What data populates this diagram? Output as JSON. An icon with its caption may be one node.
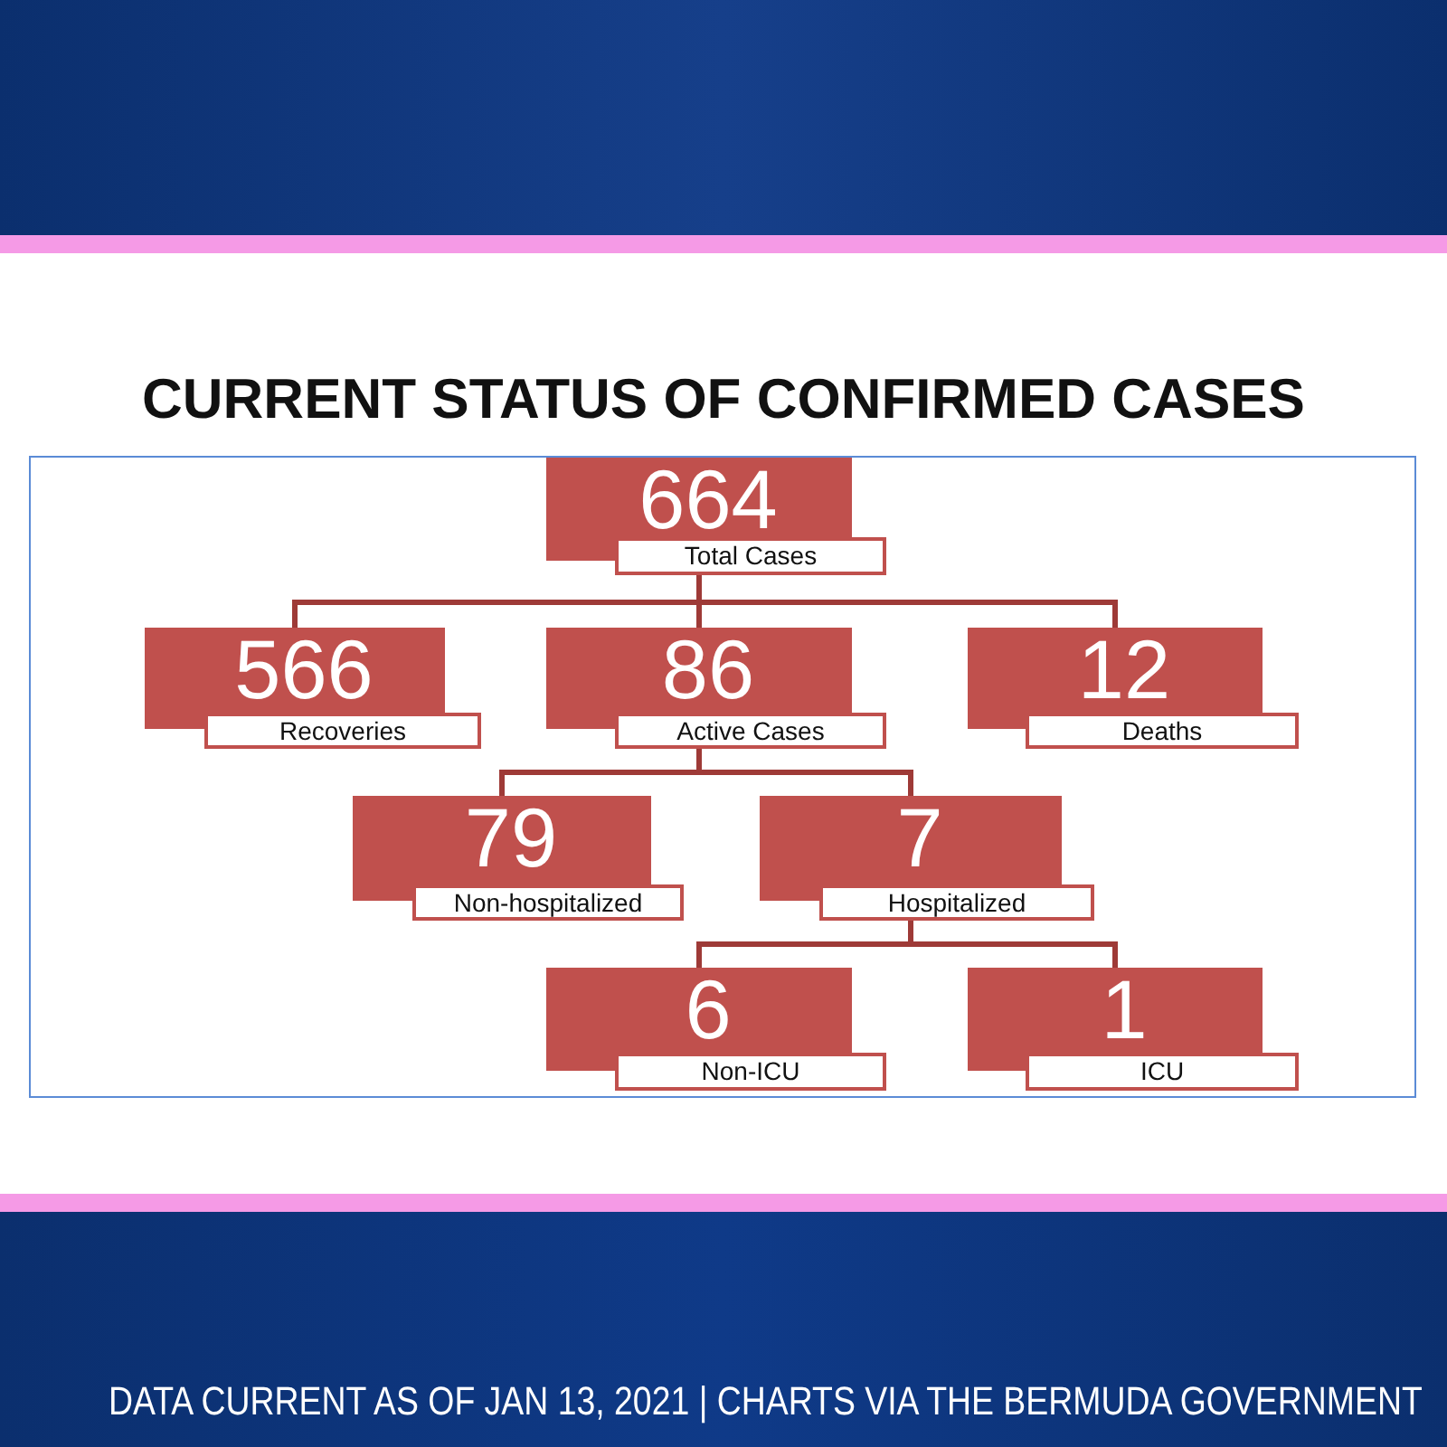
{
  "diagram": {
    "title": "CURRENT STATUS OF CONFIRMED CASES",
    "caption": "DATA CURRENT AS OF JAN 13, 2021 | CHARTS VIA THE BERMUDA GOVERNMENT",
    "nodes": [
      {
        "text": [
          "664",
          "Total Cases"
        ]
      },
      {
        "text": [
          "566",
          "Recoveries"
        ]
      },
      {
        "text": [
          "86",
          "Active Cases"
        ]
      },
      {
        "text": [
          "12",
          "Deaths"
        ]
      },
      {
        "text": [
          "79",
          "Non-hospitalized"
        ]
      },
      {
        "text": [
          "7",
          "Hospitalized"
        ]
      },
      {
        "text": [
          "6",
          "Non-ICU"
        ]
      },
      {
        "text": [
          "1",
          "ICU"
        ]
      }
    ],
    "edges": [
      {
        "from": 0,
        "to": 1,
        "arrow": "none"
      },
      {
        "from": 0,
        "to": 2,
        "arrow": "none"
      },
      {
        "from": 0,
        "to": 3,
        "arrow": "none"
      },
      {
        "from": 2,
        "to": 4,
        "arrow": "none"
      },
      {
        "from": 2,
        "to": 5,
        "arrow": "none"
      },
      {
        "from": 5,
        "to": 6,
        "arrow": "none"
      },
      {
        "from": 5,
        "to": 7,
        "arrow": "none"
      }
    ]
  }
}
